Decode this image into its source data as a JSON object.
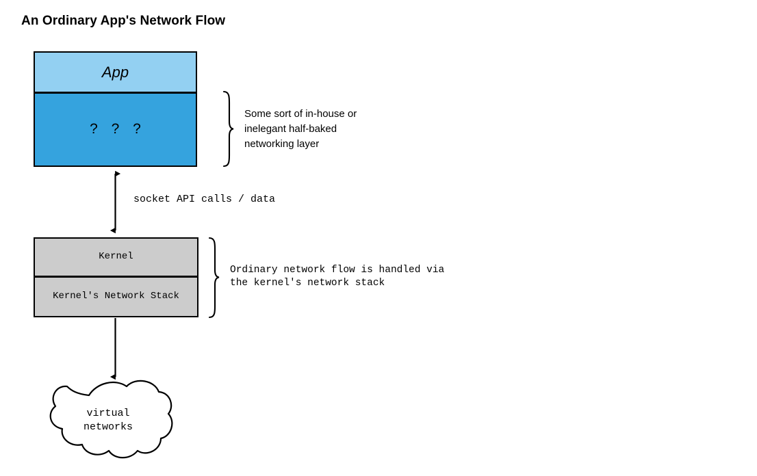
{
  "title": "An Ordinary App's Network Flow",
  "nodes": {
    "app": {
      "label": "App",
      "fill": "#93d0f2",
      "stroke": "#000000"
    },
    "unknown_layer": {
      "label": "?  ?  ?",
      "fill": "#35a3de",
      "stroke": "#000000"
    },
    "kernel": {
      "label": "Kernel",
      "fill": "#cccccc",
      "stroke": "#000000"
    },
    "kernel_network_stack": {
      "label": "Kernel's Network Stack",
      "fill": "#cccccc",
      "stroke": "#000000"
    },
    "cloud": {
      "label": "virtual\nnetworks",
      "fill": "#ffffff",
      "stroke": "#000000"
    }
  },
  "edges": {
    "app_to_kernel": {
      "label": "socket API calls / data",
      "direction": "bidirectional"
    },
    "kernel_to_cloud": {
      "label": "",
      "direction": "down"
    }
  },
  "annotations": {
    "app_brace": {
      "text": "Some sort of in-house or\ninelegant half-baked\nnetworking layer"
    },
    "kernel_brace": {
      "text": "Ordinary network flow is handled via\nthe kernel's network stack"
    }
  }
}
